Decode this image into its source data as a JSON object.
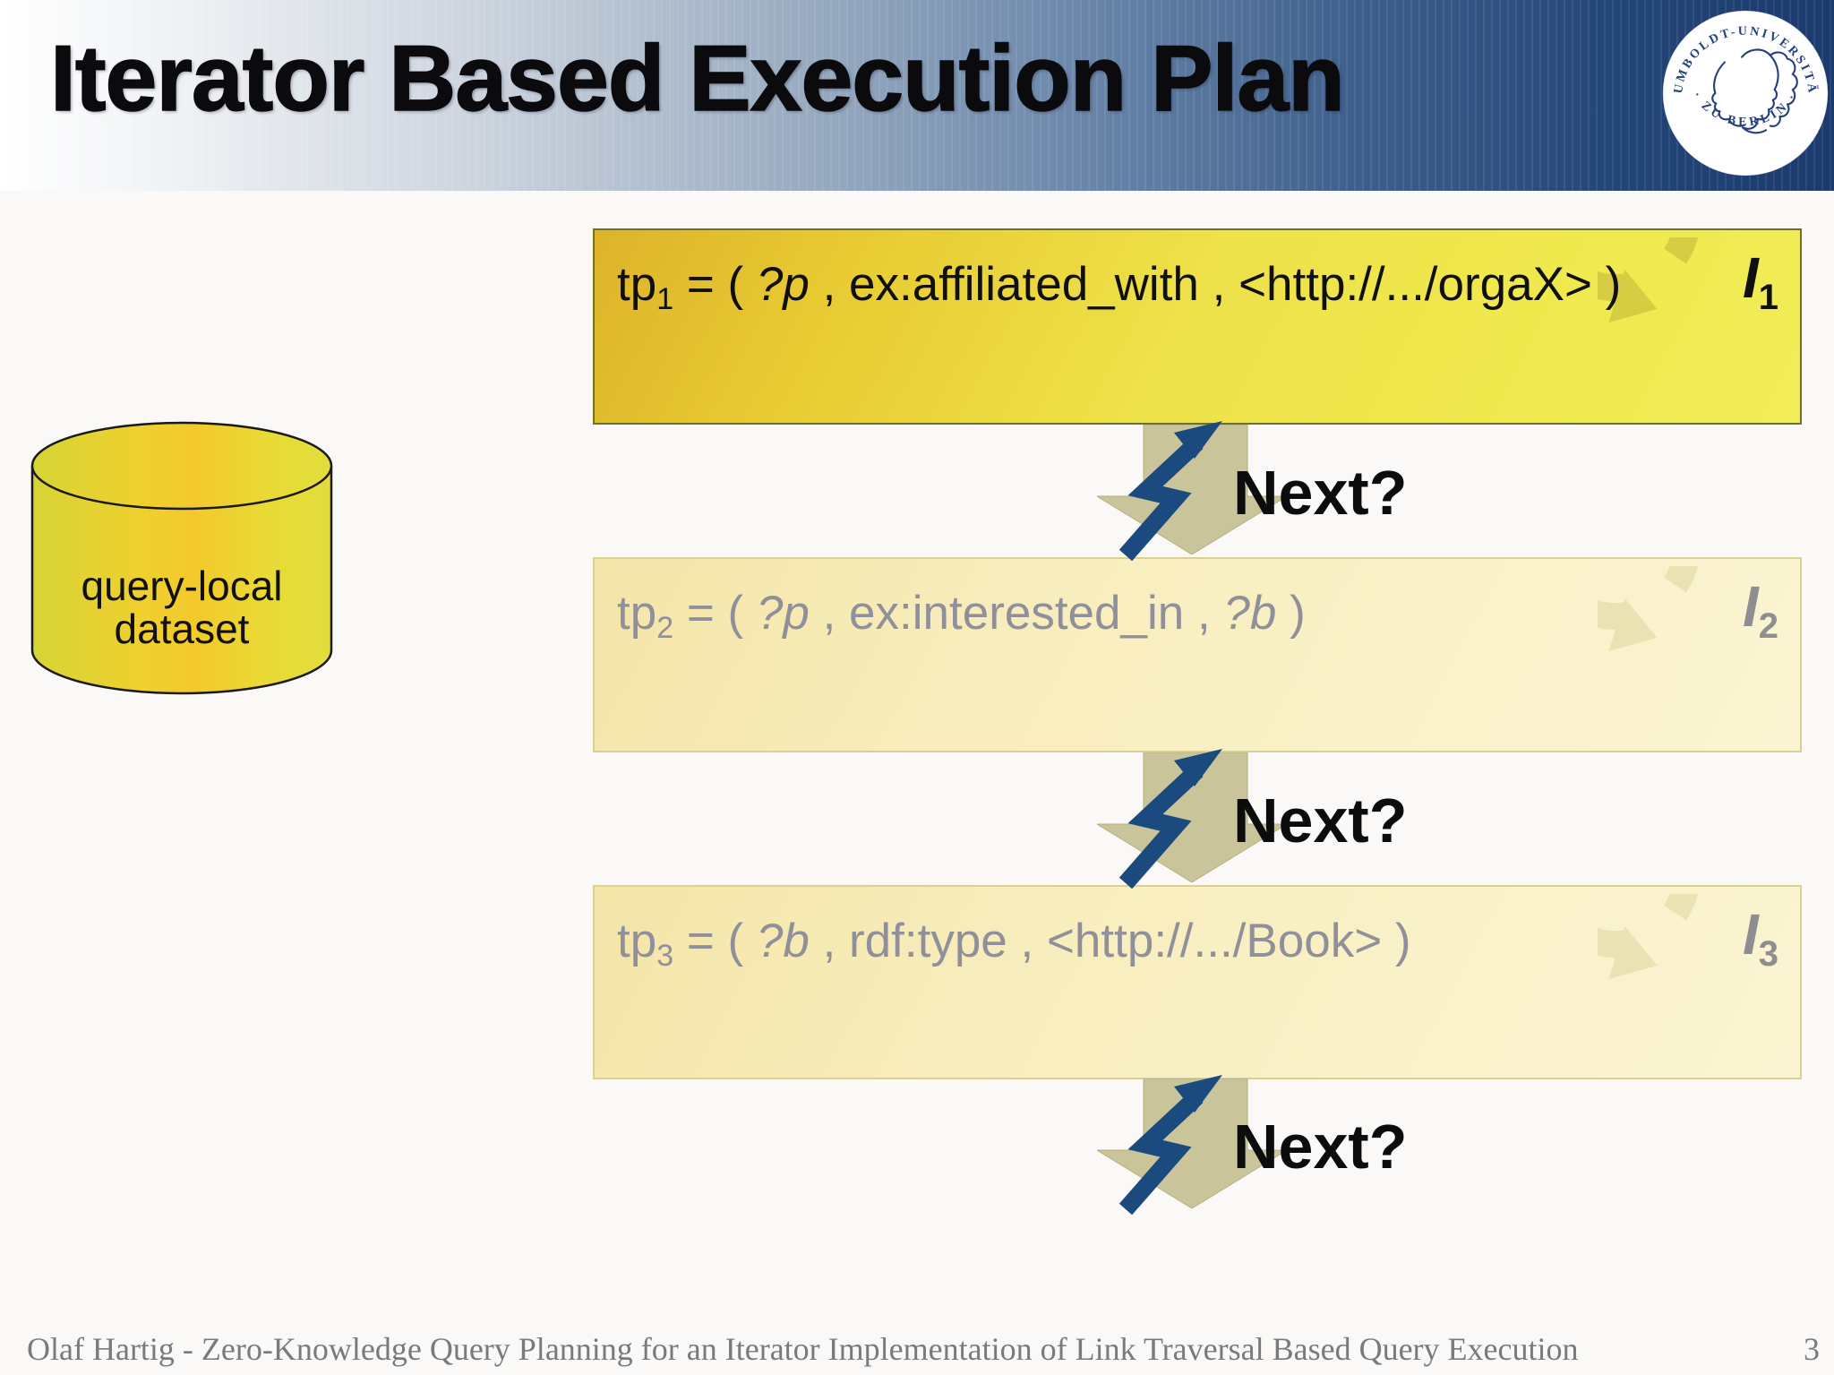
{
  "slide": {
    "title": "Iterator Based Execution Plan",
    "footer": "Olaf Hartig - Zero-Knowledge Query Planning for an Iterator Implementation of Link Traversal Based Query Execution",
    "page_number": "3"
  },
  "logo": {
    "name": "humboldt-universitaet-seal",
    "text_top": "HUMBOLDT-UNIVERSITÄT",
    "text_bottom": "· ZU BERLIN ·"
  },
  "dataset": {
    "line1": "query-local",
    "line2": "dataset"
  },
  "next_label": "Next?",
  "iterators": [
    {
      "label": "tp",
      "sub": "1",
      "eq": " = ( ",
      "var1": "?p",
      "rest1": " , ex:affiliated_with , <http://.../orgaX> )",
      "var2": "",
      "rest2": "",
      "iterator": "I",
      "iterator_sub": "1",
      "muted": false
    },
    {
      "label": "tp",
      "sub": "2",
      "eq": " = ( ",
      "var1": "?p",
      "rest1": " , ex:interested_in , ",
      "var2": "?b",
      "rest2": " )",
      "iterator": "I",
      "iterator_sub": "2",
      "muted": true
    },
    {
      "label": "tp",
      "sub": "3",
      "eq": " = ( ",
      "var1": "?b",
      "rest1": " , rdf:type , <http://.../Book> )",
      "var2": "",
      "rest2": "",
      "iterator": "I",
      "iterator_sub": "3",
      "muted": true
    }
  ],
  "colors": {
    "header_navy": "#1b3a6e",
    "active_box_yellow": "#eee149",
    "faded_box_yellow": "#f8f0c4",
    "box_border_olive": "#72721c",
    "arrow_olive": "#c9c499",
    "bolt_navy": "#1a4a7e",
    "seal_blue": "#24407f",
    "cylinder_yellow": "#edd232",
    "muted_text_gray": "#90909a",
    "footer_gray": "#7a7a7a"
  }
}
